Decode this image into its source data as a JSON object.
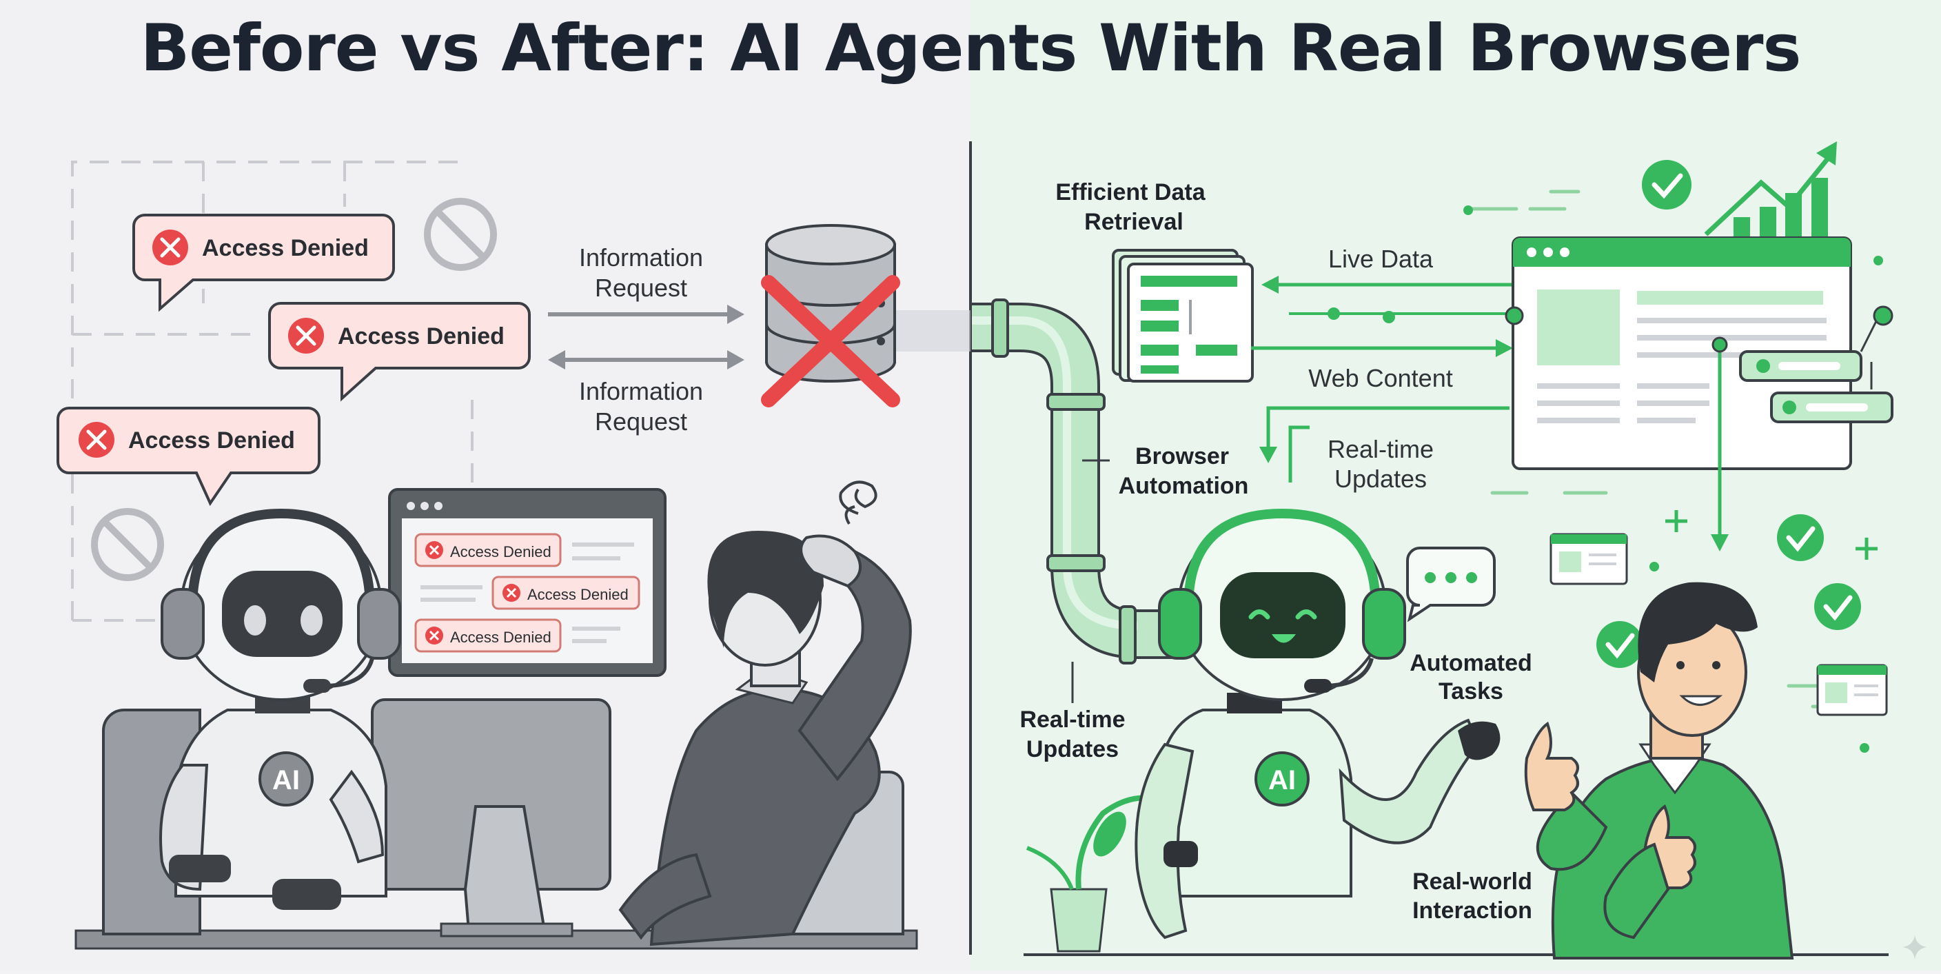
{
  "title": "Before vs After: AI Agents With Real Browsers",
  "colors": {
    "before_bg": "#f1f1f4",
    "after_bg": "#e9f6ec",
    "denied_fill": "#fde3e1",
    "denied_stroke": "#e0847c",
    "error_red": "#e8484a",
    "green": "#37b85f",
    "green_light": "#bfe8c9",
    "gray_dark": "#555a60",
    "gray_mid": "#8d9197"
  },
  "before": {
    "denied_bubble_1": "Access Denied",
    "denied_bubble_2": "Access Denied",
    "denied_bubble_3": "Access Denied",
    "request_label_top_1": "Information",
    "request_label_top_2": "Request",
    "request_label_bottom_1": "Information",
    "request_label_bottom_2": "Request",
    "monitor_denied_1": "Access Denied",
    "monitor_denied_2": "Access Denied",
    "monitor_denied_3": "Access Denied",
    "robot_badge": "AI"
  },
  "after": {
    "efficient_1": "Efficient Data",
    "efficient_2": "Retrieval",
    "live_data": "Live Data",
    "web_content": "Web Content",
    "realtime_right_1": "Real-time",
    "realtime_right_2": "Updates",
    "browser_automation_1": "Browser",
    "browser_automation_2": "Automation",
    "automated_tasks_1": "Automated",
    "automated_tasks_2": "Tasks",
    "realtime_left_1": "Real-time",
    "realtime_left_2": "Updates",
    "realworld_1": "Real-world",
    "realworld_2": "Interaction",
    "robot_badge": "AI"
  }
}
